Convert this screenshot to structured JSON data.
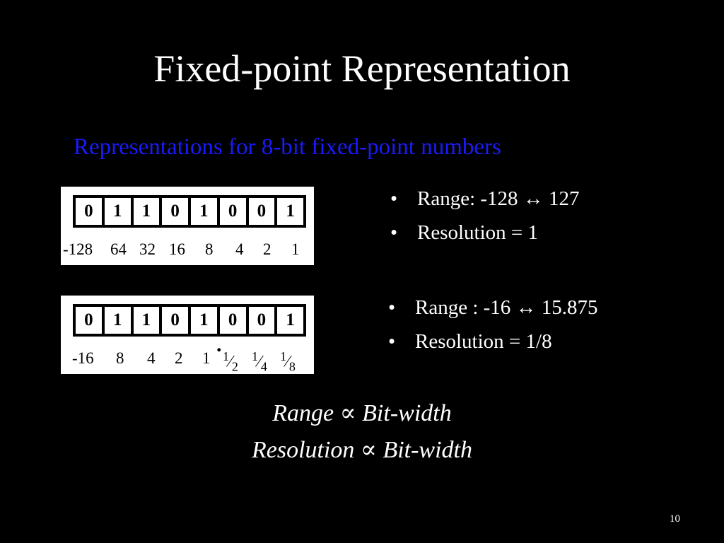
{
  "slide": {
    "title": "Fixed-point Representation",
    "subtitle": "Representations for 8-bit fixed-point numbers",
    "number": "10"
  },
  "diagram1": {
    "bits": [
      "0",
      "1",
      "1",
      "0",
      "1",
      "0",
      "0",
      "1"
    ],
    "weights": [
      "-128",
      "64",
      "32",
      "16",
      "8",
      "4",
      "2",
      "1"
    ]
  },
  "diagram2": {
    "bits": [
      "0",
      "1",
      "1",
      "0",
      "1",
      "0",
      "0",
      "1"
    ],
    "weights": [
      "-16",
      "8",
      "4",
      "2",
      "1"
    ],
    "point": ".",
    "fractions": [
      {
        "num": "1",
        "den": "2"
      },
      {
        "num": "1",
        "den": "4"
      },
      {
        "num": "1",
        "den": "8"
      }
    ]
  },
  "bullets1": [
    "Range: -128 ↔ 127",
    "Resolution = 1"
  ],
  "bullets2": [
    "Range : -16 ↔ 15.875",
    "Resolution = 1/8"
  ],
  "formulas": {
    "line1_left": "Range",
    "line1_symbol": "∝",
    "line1_right": "Bit-width",
    "line2_left": "Resolution",
    "line2_symbol": "∝",
    "line2_right": "Bit-width"
  }
}
